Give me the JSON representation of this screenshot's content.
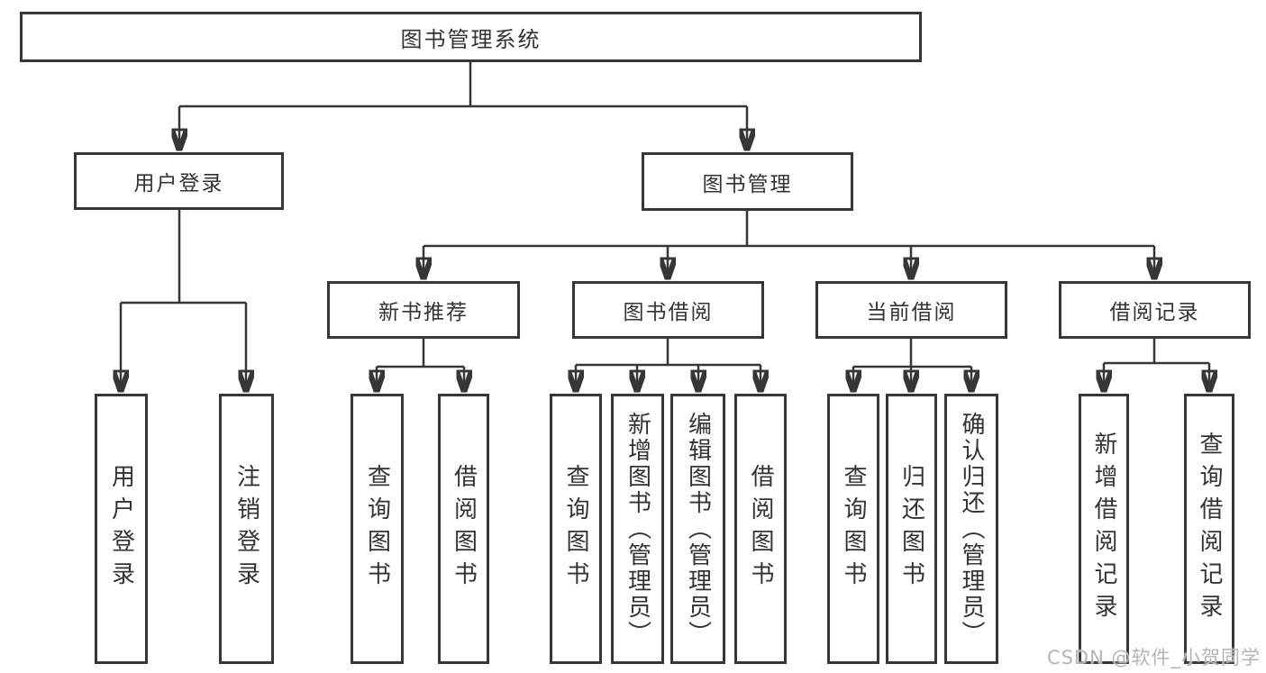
{
  "nodes": {
    "root": "图书管理系统",
    "level2": [
      "用户登录",
      "图书管理"
    ],
    "level3": [
      "新书推荐",
      "图书借阅",
      "当前借阅",
      "借阅记录"
    ],
    "leaves_user_login": [
      "用户登录",
      "注销登录"
    ],
    "leaves_new_book": [
      "查询图书",
      "借阅图书"
    ],
    "leaves_book_borrow": [
      "查询图书",
      "新增图书（管理员）",
      "编辑图书（管理员）",
      "借阅图书"
    ],
    "leaves_current_borrow": [
      "查询图书",
      "归还图书",
      "确认归还（管理员）"
    ],
    "leaves_records": [
      "新增借阅记录",
      "查询借阅记录"
    ]
  },
  "watermark": "CSDN @软件_小贺同学",
  "colors": {
    "line": "#363636",
    "text": "#333333",
    "background": "#ffffff",
    "watermark": "#b5b5b5"
  }
}
